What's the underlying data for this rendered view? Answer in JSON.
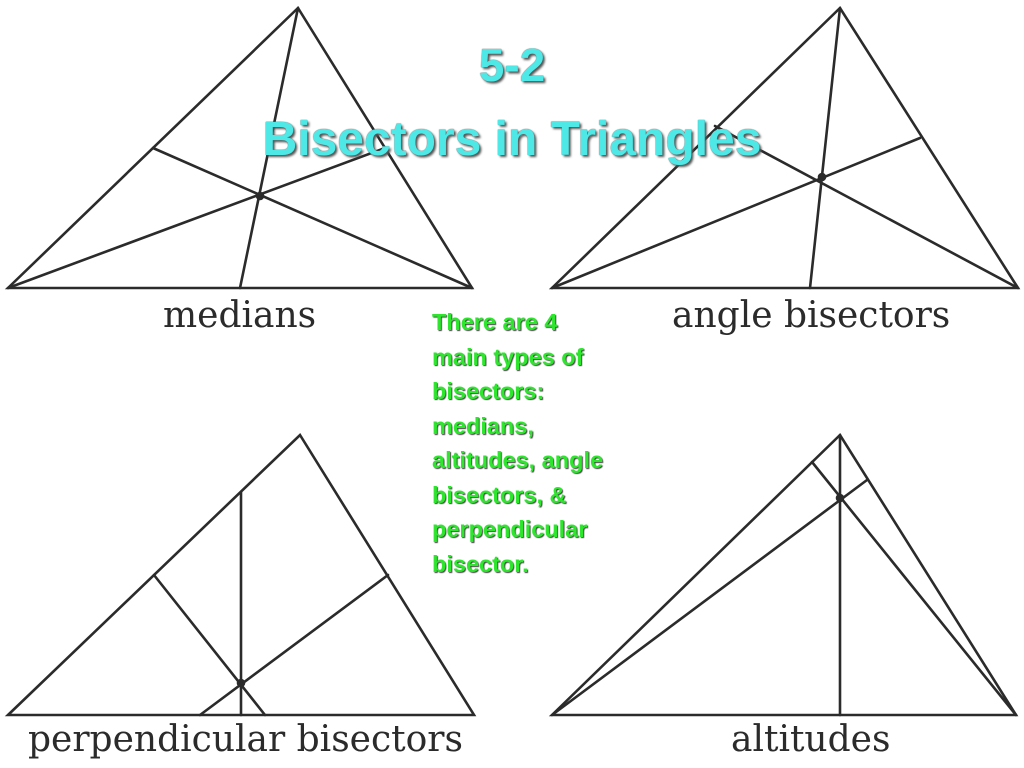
{
  "slide": {
    "title_line1": "5-2",
    "title_line2": "Bisectors in Triangles",
    "body_text": "There are 4\nmain types of\nbisectors:\nmedians,\naltitudes, angle\nbisectors, &\nperpendicular\nbisector."
  },
  "figures": {
    "medians_label": "medians",
    "angle_bisectors_label": "angle bisectors",
    "perpendicular_bisectors_label": "perpendicular bisectors",
    "altitudes_label": "altitudes"
  },
  "colors": {
    "title": "#4ee8e6",
    "body_text": "#2ee62e",
    "figure_lines": "#2b2b2b"
  }
}
